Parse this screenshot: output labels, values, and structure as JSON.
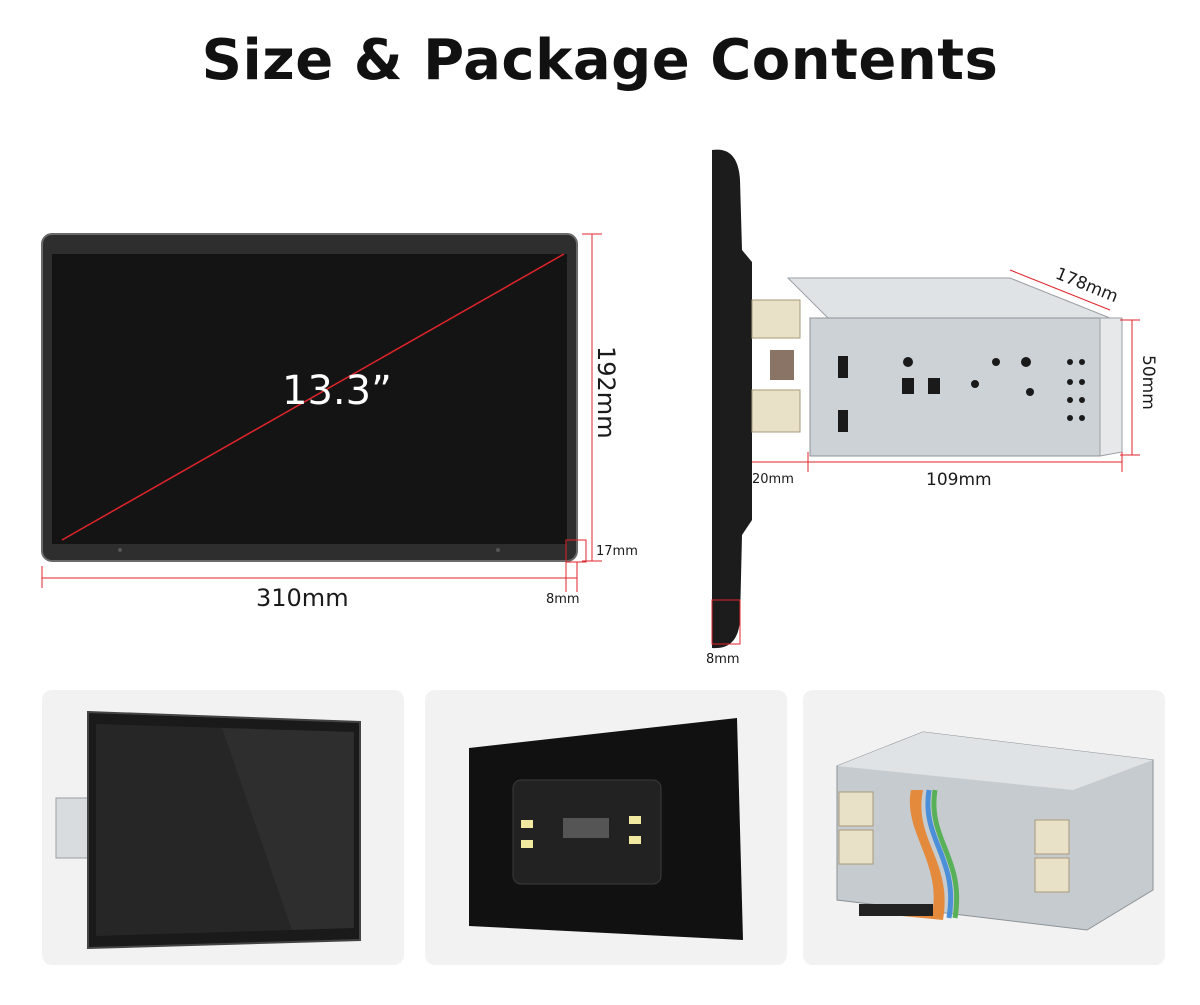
{
  "header": {
    "title": "Size & Package Contents"
  },
  "front_view": {
    "diagonal": "13.3”",
    "width": "310mm",
    "height": "192mm",
    "bottom_bezel": "17mm",
    "thickness": "8mm"
  },
  "side_view": {
    "chassis_depth": "178mm",
    "chassis_height": "50mm",
    "chassis_length": "109mm",
    "mount_offset": "20mm",
    "panel_thickness": "8mm"
  },
  "colors": {
    "dimension_line": "#e0242b",
    "screen": "#141414",
    "bezel": "#3a3a3a",
    "chassis": "#cdd2d6",
    "card_bg": "#f2f2f2"
  },
  "package_photos": [
    {
      "icon": "screen-front-photo"
    },
    {
      "icon": "screen-back-photo"
    },
    {
      "icon": "chassis-cable-photo"
    }
  ]
}
